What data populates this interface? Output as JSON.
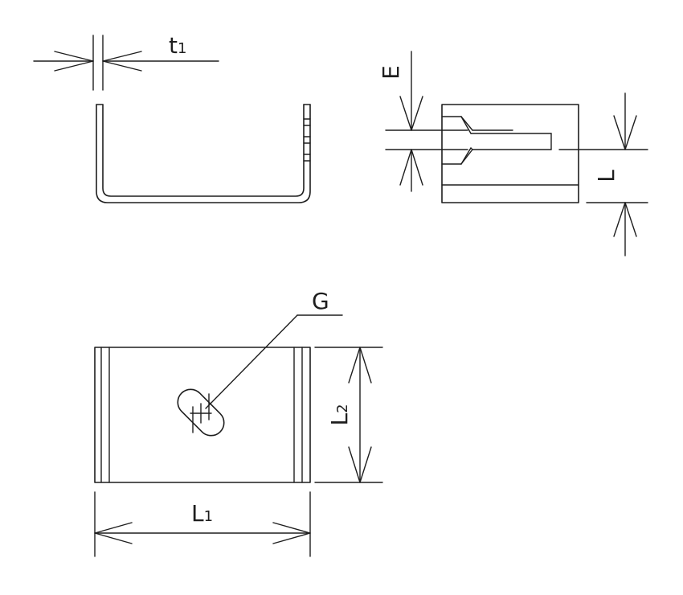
{
  "labels": {
    "t1_main": "t",
    "t1_sub": "1",
    "e": "E",
    "l": "L",
    "g": "G",
    "l2_main": "L",
    "l2_sub": "2",
    "l1_main": "L",
    "l1_sub": "1"
  },
  "colors": {
    "line": "#1e1e1e",
    "background": "#ffffff"
  }
}
